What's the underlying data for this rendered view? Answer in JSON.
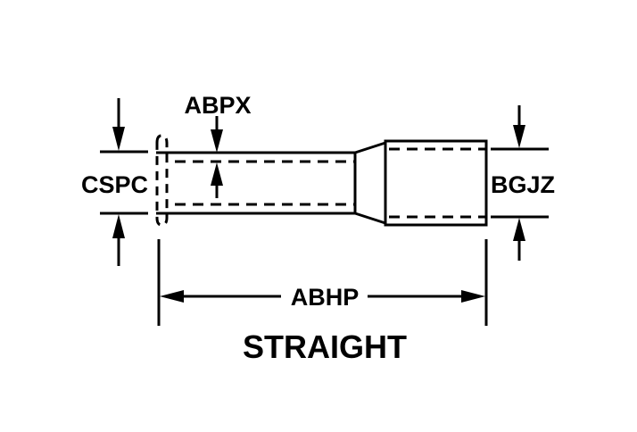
{
  "labels": {
    "bore_diameter": "ABPX",
    "flange_diameter": "CSPC",
    "sleeve_diameter": "BGJZ",
    "overall_length": "ABHP",
    "title": "STRAIGHT"
  }
}
